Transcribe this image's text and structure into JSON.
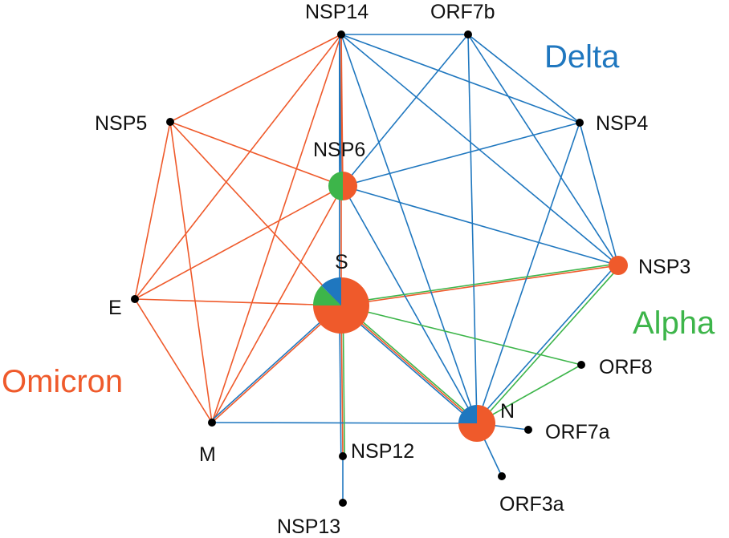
{
  "colors": {
    "omicron": "#ef5a2b",
    "delta": "#1f77bf",
    "alpha": "#3db54a",
    "node": "#000000",
    "label": "#111111"
  },
  "groups": {
    "delta": "Delta",
    "alpha": "Alpha",
    "omicron": "Omicron"
  },
  "nodes": {
    "NSP14": "NSP14",
    "ORF7b": "ORF7b",
    "NSP4": "NSP4",
    "NSP3": "NSP3",
    "ORF8": "ORF8",
    "N": "N",
    "ORF7a": "ORF7a",
    "ORF3a": "ORF3a",
    "NSP12": "NSP12",
    "NSP13": "NSP13",
    "M": "M",
    "E": "E",
    "NSP5": "NSP5",
    "NSP6": "NSP6",
    "S": "S"
  },
  "pies": {
    "S": [
      {
        "variant": "omicron",
        "share": 0.75
      },
      {
        "variant": "alpha",
        "share": 0.125
      },
      {
        "variant": "delta",
        "share": 0.125
      }
    ],
    "N": [
      {
        "variant": "omicron",
        "share": 0.75
      },
      {
        "variant": "delta",
        "share": 0.25
      }
    ],
    "NSP6": [
      {
        "variant": "omicron",
        "share": 0.5
      },
      {
        "variant": "alpha",
        "share": 0.5
      }
    ],
    "NSP3": [
      {
        "variant": "omicron",
        "share": 1.0
      }
    ]
  },
  "edges": {
    "omicron": [
      [
        "NSP14",
        "NSP5"
      ],
      [
        "NSP14",
        "E"
      ],
      [
        "NSP14",
        "M"
      ],
      [
        "NSP14",
        "NSP6"
      ],
      [
        "NSP14",
        "S"
      ],
      [
        "NSP5",
        "E"
      ],
      [
        "NSP5",
        "M"
      ],
      [
        "NSP5",
        "NSP6"
      ],
      [
        "NSP5",
        "S"
      ],
      [
        "E",
        "M"
      ],
      [
        "E",
        "NSP6"
      ],
      [
        "E",
        "S"
      ],
      [
        "M",
        "NSP6"
      ],
      [
        "M",
        "S"
      ],
      [
        "S",
        "NSP3"
      ],
      [
        "S",
        "N"
      ],
      [
        "S",
        "NSP12"
      ]
    ],
    "delta": [
      [
        "NSP14",
        "ORF7b"
      ],
      [
        "NSP14",
        "NSP4"
      ],
      [
        "NSP14",
        "NSP3"
      ],
      [
        "NSP14",
        "N"
      ],
      [
        "NSP14",
        "NSP6"
      ],
      [
        "NSP14",
        "S"
      ],
      [
        "ORF7b",
        "NSP6"
      ],
      [
        "ORF7b",
        "NSP3"
      ],
      [
        "ORF7b",
        "N"
      ],
      [
        "ORF7b",
        "NSP4"
      ],
      [
        "NSP4",
        "NSP6"
      ],
      [
        "NSP4",
        "NSP3"
      ],
      [
        "NSP4",
        "N"
      ],
      [
        "NSP6",
        "NSP3"
      ],
      [
        "NSP6",
        "N"
      ],
      [
        "NSP3",
        "N"
      ],
      [
        "S",
        "N"
      ],
      [
        "S",
        "M"
      ],
      [
        "S",
        "NSP12"
      ],
      [
        "M",
        "N"
      ],
      [
        "N",
        "ORF7a"
      ],
      [
        "N",
        "ORF3a"
      ],
      [
        "NSP12",
        "NSP13"
      ]
    ],
    "alpha": [
      [
        "S",
        "NSP3"
      ],
      [
        "S",
        "ORF8"
      ],
      [
        "S",
        "N"
      ],
      [
        "S",
        "NSP12"
      ],
      [
        "NSP3",
        "N"
      ],
      [
        "ORF8",
        "N"
      ]
    ]
  }
}
